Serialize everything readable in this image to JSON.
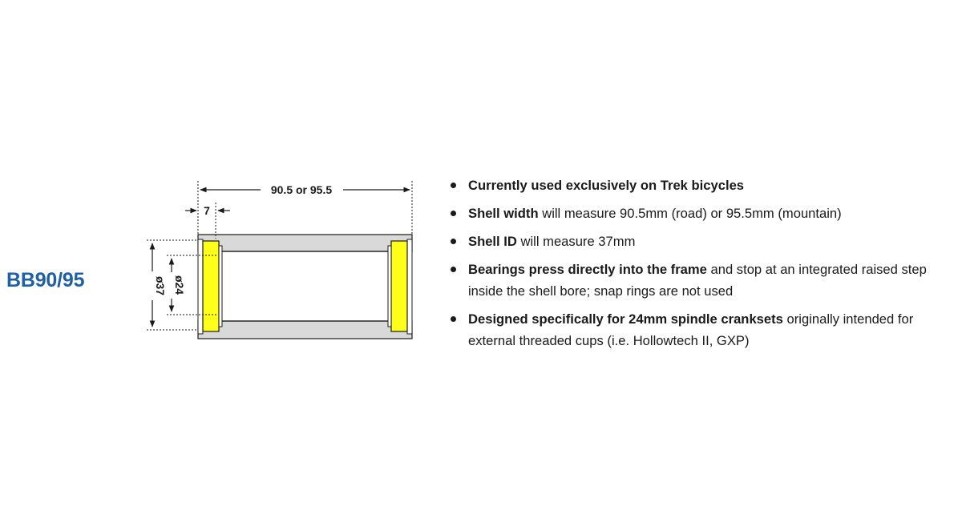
{
  "title": "BB90/95",
  "diagram": {
    "overall_width_label": "90.5 or 95.5",
    "step_width_label": "7",
    "outer_diameter_label": "ø37",
    "inner_diameter_label": "ø24",
    "colors": {
      "shell": "#d9d9d9",
      "bearing": "#ffff1a",
      "line": "#1a1a1a"
    }
  },
  "features": [
    {
      "bold": "Currently used exclusively on Trek bicycles",
      "rest": ""
    },
    {
      "bold": "Shell width",
      "rest": " will measure 90.5mm (road) or 95.5mm (mountain)"
    },
    {
      "bold": "Shell ID",
      "rest": " will measure 37mm"
    },
    {
      "bold": "Bearings press directly into the frame",
      "rest": " and stop at an integrated raised step inside the shell bore; snap rings are not used"
    },
    {
      "bold": "Designed specifically for 24mm spindle cranksets",
      "rest": " originally intended for external threaded cups (i.e. Hollowtech II, GXP)"
    }
  ]
}
